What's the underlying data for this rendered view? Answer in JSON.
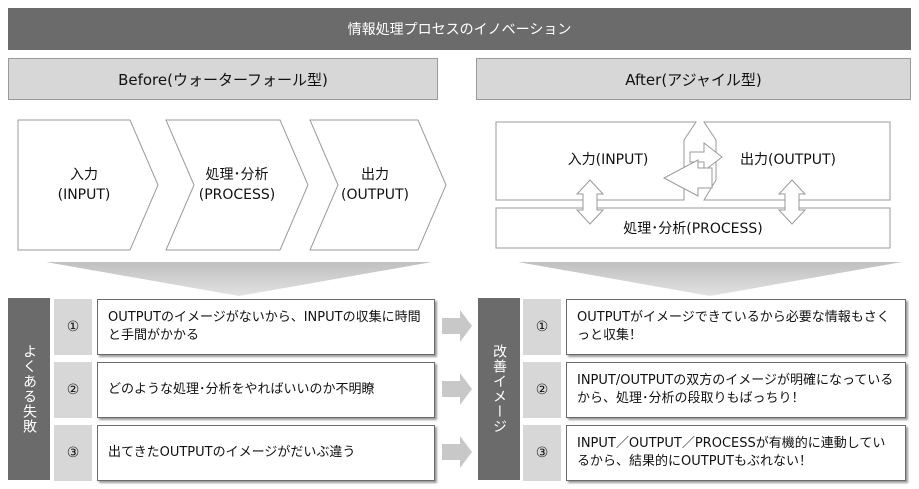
{
  "banner": {
    "title": "情報処理プロセスのイノベーション"
  },
  "before": {
    "header": "Before(ウォーターフォール型)",
    "steps": [
      {
        "line1": "入力",
        "line2": "(INPUT)"
      },
      {
        "line1": "処理･分析",
        "line2": "(PROCESS)"
      },
      {
        "line1": "出力",
        "line2": "(OUTPUT)"
      }
    ],
    "side_label": "よくある失敗",
    "rows": [
      {
        "num": "①",
        "text": "OUTPUTのイメージがないから、INPUTの収集に時間と手間がかかる"
      },
      {
        "num": "②",
        "text": "どのような処理･分析をやればいいのか不明瞭"
      },
      {
        "num": "③",
        "text": "出てきたOUTPUTのイメージがだいぶ違う"
      }
    ]
  },
  "after": {
    "header": "After(アジャイル型)",
    "input_label": "入力(INPUT)",
    "output_label": "出力(OUTPUT)",
    "process_label": "処理･分析(PROCESS)",
    "side_label": "改善イメージ",
    "rows": [
      {
        "num": "①",
        "text": "OUTPUTがイメージできているから必要な情報もさくっと収集！"
      },
      {
        "num": "②",
        "text": "INPUT/OUTPUTの双方のイメージが明確になっているから、処理･分析の段取りもばっちり！"
      },
      {
        "num": "③",
        "text": "INPUT／OUTPUT／PROCESSが有機的に連動しているから、結果的にOUTPUTもぶれない！"
      }
    ]
  },
  "colors": {
    "dark_gray": "#6b6b6b",
    "light_gray": "#d7d7d7",
    "arrow_gray": "#c8c8c8",
    "border": "#9a9a9a"
  }
}
